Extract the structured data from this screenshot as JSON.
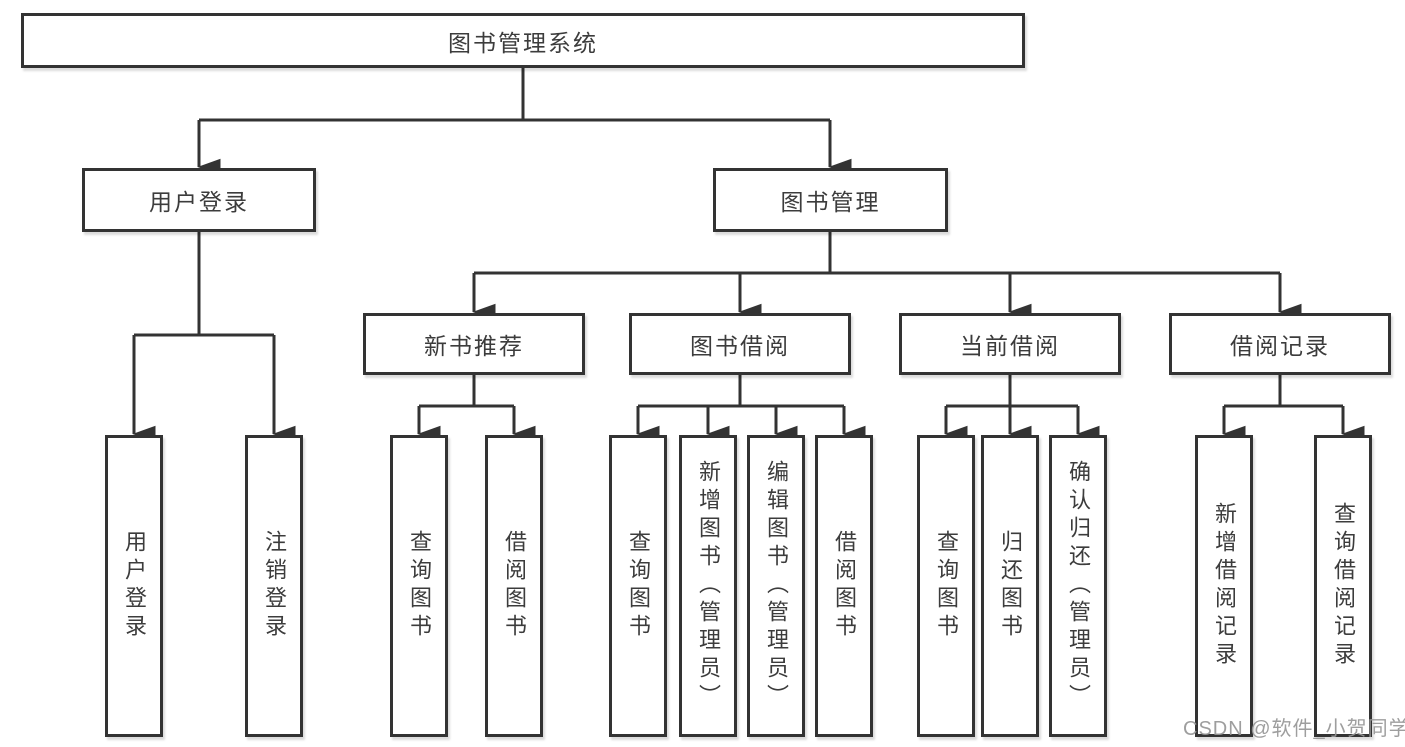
{
  "diagram": {
    "root": {
      "label": "图书管理系统"
    },
    "branches": [
      {
        "label": "用户登录",
        "leaves": [
          {
            "label": "用户登录"
          },
          {
            "label": "注销登录"
          }
        ]
      },
      {
        "label": "图书管理",
        "groups": [
          {
            "label": "新书推荐",
            "leaves": [
              {
                "label": "查询图书"
              },
              {
                "label": "借阅图书"
              }
            ]
          },
          {
            "label": "图书借阅",
            "leaves": [
              {
                "label": "查询图书"
              },
              {
                "label": "新增图书（管理员）"
              },
              {
                "label": "编辑图书（管理员）"
              },
              {
                "label": "借阅图书"
              }
            ]
          },
          {
            "label": "当前借阅",
            "leaves": [
              {
                "label": "查询图书"
              },
              {
                "label": "归还图书"
              },
              {
                "label": "确认归还（管理员）"
              }
            ]
          },
          {
            "label": "借阅记录",
            "leaves": [
              {
                "label": "新增借阅记录"
              },
              {
                "label": "查询借阅记录"
              }
            ]
          }
        ]
      }
    ]
  },
  "watermark": "CSDN @软件_小贺同学",
  "colors": {
    "line": "#333333",
    "text": "#3c3c3c",
    "box_background": "#ffffff",
    "watermark": "#969696"
  }
}
